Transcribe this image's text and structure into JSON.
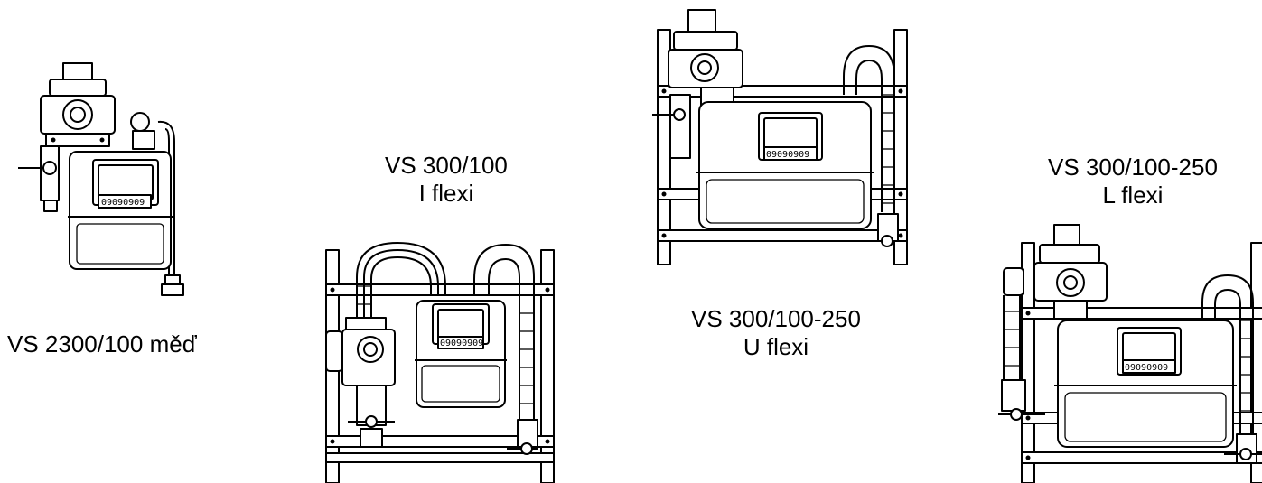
{
  "variants": [
    {
      "model": "VS 2300/100 měď",
      "type": ""
    },
    {
      "model": "VS 300/100",
      "type": "I flexi"
    },
    {
      "model": "VS 300/100-250",
      "type": "U flexi"
    },
    {
      "model": "VS 300/100-250",
      "type": "L flexi"
    }
  ],
  "meter_counter": "09090909"
}
